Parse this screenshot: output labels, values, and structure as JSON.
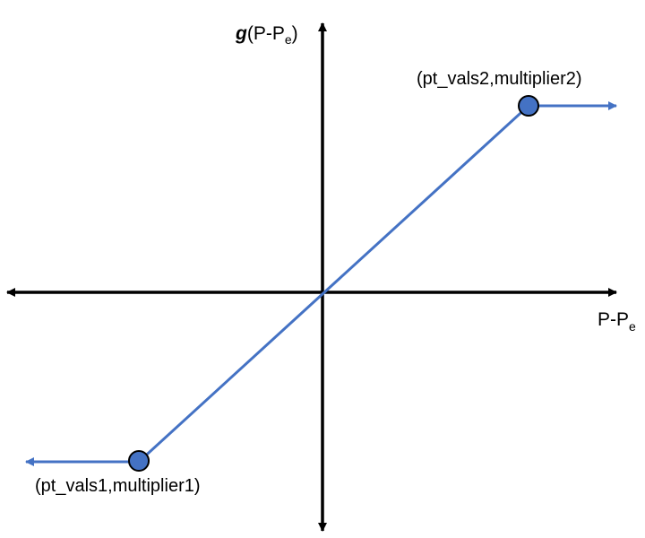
{
  "y_axis_label": {
    "func": "g",
    "open": "(P-P",
    "sub": "e",
    "close": ")"
  },
  "x_axis_label": {
    "main": "P-P",
    "sub": "e"
  },
  "point_labels": {
    "lower": "(pt_vals1,multiplier1)",
    "upper": "(pt_vals2,multiplier2)"
  },
  "colors": {
    "curve": "#4472C4",
    "point_fill": "#4472C4",
    "point_stroke": "#000000",
    "axis": "#000000"
  }
}
